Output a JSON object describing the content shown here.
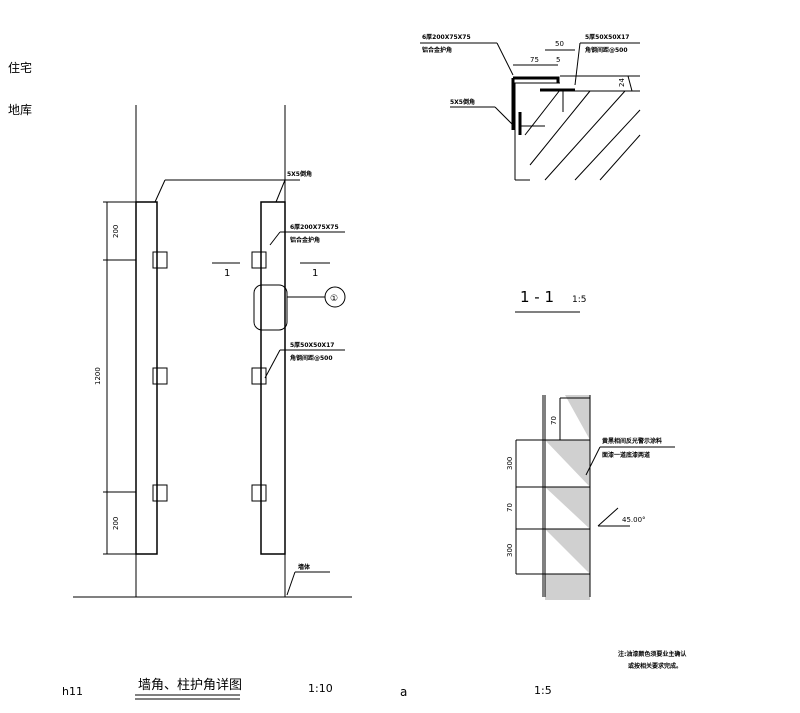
{
  "labels": {
    "residence": "住宅",
    "basement": "地库",
    "chamfer": "5X5倒角",
    "angle_profile": "6厚200X75X75",
    "angle_profile_note": "铝合金护角",
    "angle_steel": "5厚50X50X17",
    "angle_steel_note": "角钢间距@500",
    "section_mark": "1",
    "section_mark_right": "1",
    "callout": "①",
    "wall_note": "墙体",
    "section_title": "1 - 1",
    "section_scale": "1:5",
    "stripe_note_1": "黄黑相间反光警示涂料",
    "stripe_note_2": "面漆一道底漆两道",
    "angle": "45.00°",
    "note_1": "注:油漆颜色须要业主确认",
    "note_2": "或按相关要求完成。",
    "drawing_number": "h11",
    "drawing_title": "墙角、柱护角详图",
    "drawing_scale": "1:10",
    "detail_mark": "a",
    "detail_scale": "1:5"
  },
  "dimensions": {
    "top": "200",
    "middle": "1200",
    "bottom": "200",
    "d75": "75",
    "d50": "50",
    "d5": "5",
    "d24": "24",
    "stripe_top": "70",
    "stripe_a": "300",
    "stripe_b": "70",
    "stripe_c": "300"
  }
}
